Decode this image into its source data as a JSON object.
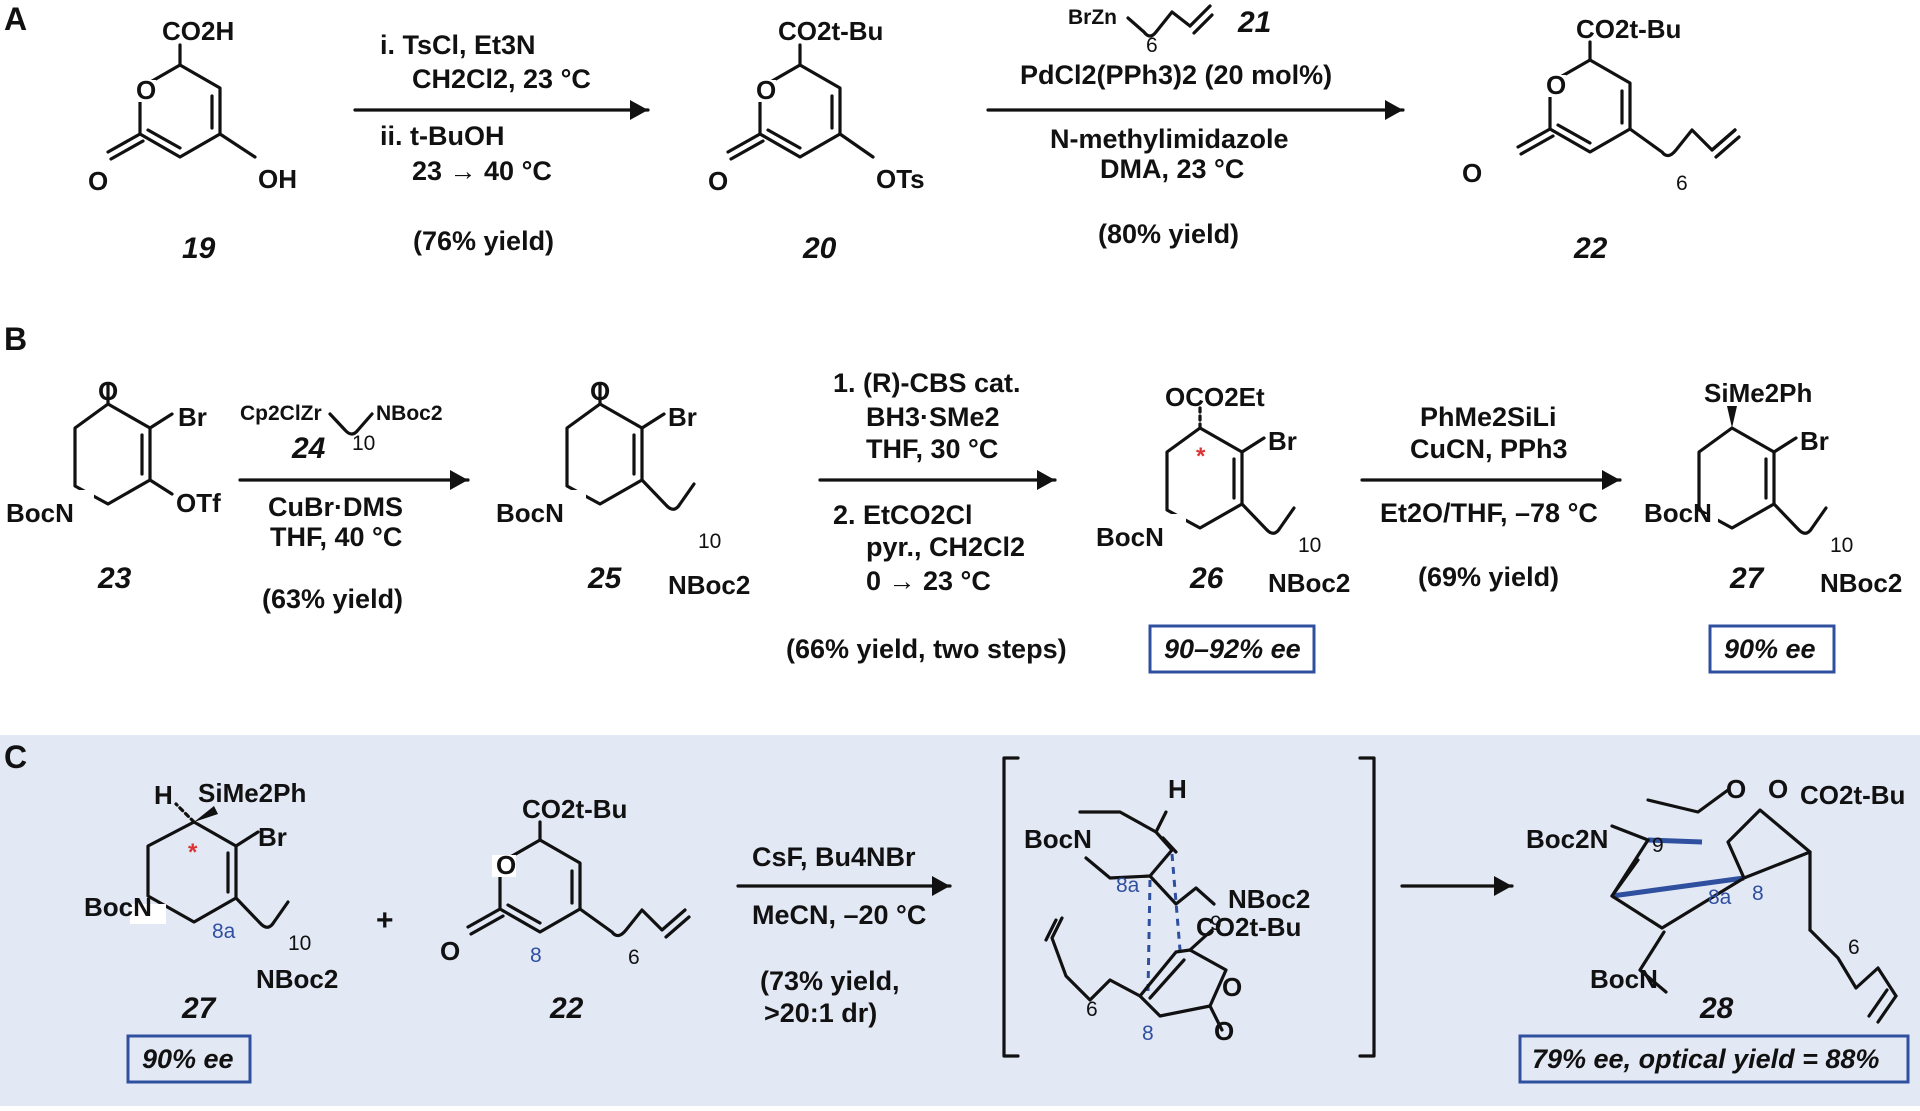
{
  "panels": {
    "a": {
      "letter": "A"
    },
    "b": {
      "letter": "B"
    },
    "c": {
      "letter": "C"
    }
  },
  "compounds": {
    "c19": "19",
    "c20": "20",
    "c21": "21",
    "c22": "22",
    "c23": "23",
    "c24": "24",
    "c25": "25",
    "c26": "26",
    "c27": "27",
    "c28": "28"
  },
  "atoms": {
    "co2h": "CO2H",
    "co2tbu": "CO2t-Bu",
    "oh": "OH",
    "ots": "OTs",
    "o": "O",
    "brzn": "BrZn",
    "br": "Br",
    "boc_n": "BocN",
    "otf": "OTf",
    "nboc2": "NBoc2",
    "oco2et": "OCO2Et",
    "sime2ph": "SiMe2Ph",
    "h": "H",
    "boc2n": "Boc2N",
    "cp2clzr": "Cp2ClZr",
    "n6": "6",
    "n10": "10",
    "n9": "9",
    "l8": "8",
    "l8a": "8a",
    "star": "*"
  },
  "conditions": {
    "a1": [
      "i. TsCl, Et3N",
      "CH2Cl2, 23 °C",
      "ii. t-BuOH",
      "23 → 40 °C",
      "(76% yield)"
    ],
    "a2": [
      "PdCl2(PPh3)2 (20 mol%)",
      "N-methylimidazole",
      "DMA, 23 °C",
      "(80% yield)"
    ],
    "b1": [
      "CuBr·DMS",
      "THF, 40 °C",
      "(63% yield)"
    ],
    "b2": [
      "1. (R)-CBS cat.",
      "BH3·SMe2",
      "THF, 30 °C",
      "2. EtCO2Cl",
      "pyr., CH2Cl2",
      "0 → 23 °C",
      "(66% yield, two steps)"
    ],
    "b3": [
      "PhMe2SiLi",
      "CuCN, PPh3",
      "Et2O/THF, –78 °C",
      "(69% yield)"
    ],
    "c1": [
      "CsF, Bu4NBr",
      "MeCN, –20 °C",
      "(73% yield,",
      ">20:1 dr)"
    ]
  },
  "plus": "+",
  "ee": {
    "b26": "90–92% ee",
    "b27": "90% ee",
    "c27": "90% ee",
    "c28": "79% ee, optical yield = 88%"
  },
  "colors": {
    "accent": "#2f4f9f",
    "panel_c_bg": "#e3e8f5",
    "stereocenter": "#dd3333"
  }
}
